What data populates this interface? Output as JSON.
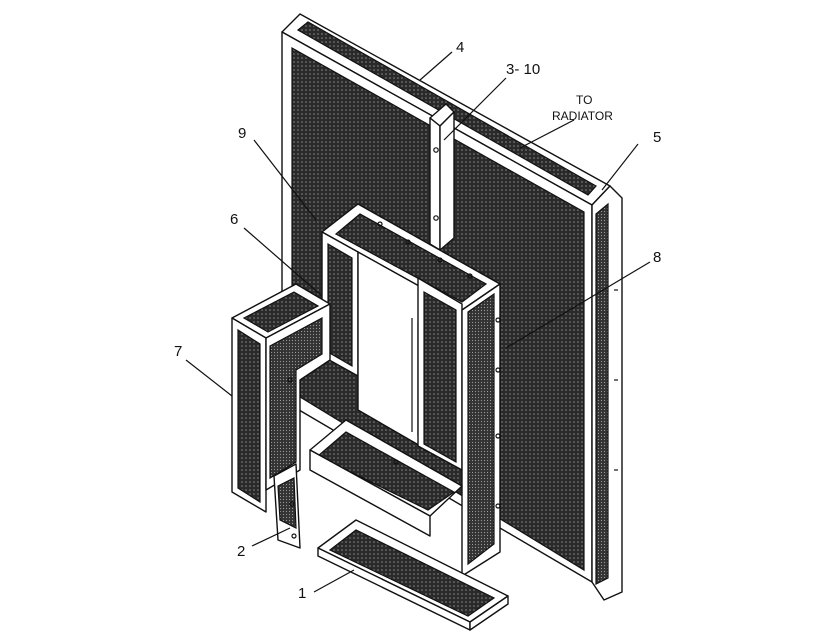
{
  "callouts": {
    "c1": "1",
    "c2": "2",
    "c3": "3- 10",
    "c4": "4",
    "c5": "5",
    "c6": "6",
    "c7": "7",
    "c8": "8",
    "c9": "9"
  },
  "note": {
    "line1": "TO",
    "line2": "RADIATOR"
  },
  "colors": {
    "ink": "#111111",
    "mesh_dark": "#2a2a2a",
    "mesh_light": "#7a7a7a",
    "paper": "#ffffff"
  }
}
